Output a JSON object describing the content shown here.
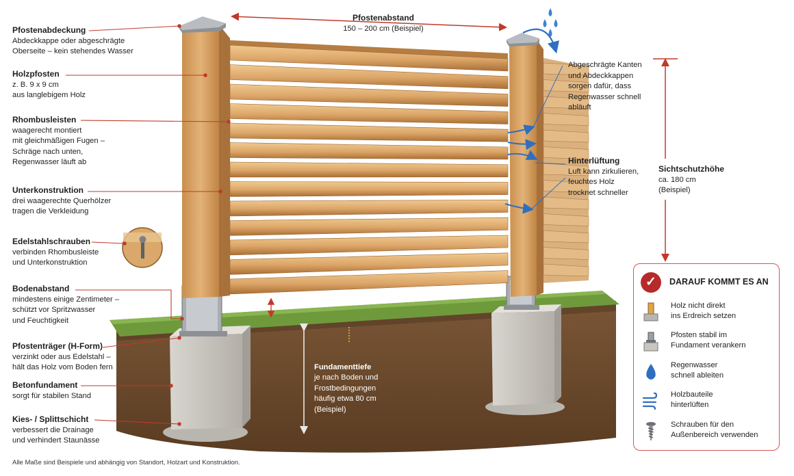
{
  "top_dimension": {
    "title": "Pfostenabstand",
    "value": "150 – 200 cm (Beispiel)"
  },
  "labels_left": [
    {
      "title": "Pfostenabdeckung",
      "desc": "Abdeckkappe oder abgeschrägte\nOberseite – kein stehendes Wasser"
    },
    {
      "title": "Holzpfosten",
      "desc": "z. B. 9 x 9 cm\naus langlebigem Holz"
    },
    {
      "title": "Rhombusleisten",
      "desc": "waagerecht montiert\nmit gleichmäßigen Fugen –\nSchräge nach unten,\nRegenwasser läuft ab"
    },
    {
      "title": "Unterkonstruktion",
      "desc": "drei waagerechte Querhölzer\ntragen die Verkleidung"
    },
    {
      "title": "Edelstahlschrauben",
      "desc": "verbinden Rhombusleiste\nund Unterkonstruktion"
    },
    {
      "title": "Bodenabstand",
      "desc": "mindestens einige Zentimeter –\nschützt vor Spritzwasser\nund Feuchtigkeit"
    },
    {
      "title": "Pfostenträger (H-Form)",
      "desc": "verzinkt oder aus Edelstahl –\nhält das Holz vom Boden fern"
    },
    {
      "title": "Betonfundament",
      "desc": "sorgt für stabilen Stand"
    },
    {
      "title": "Kies- / Splittschicht",
      "desc": "verbessert die Drainage\nund verhindert Staunässe"
    }
  ],
  "labels_right": {
    "runoff": "Abgeschrägte Kanten\nund Abdeckkappen\nsorgen dafür, dass\nRegenwasser schnell\nabläuft",
    "ventilation_title": "Hinterlüftung",
    "ventilation_desc": "Luft kann zirkulieren,\nfeuchtes Holz\ntrocknet schneller",
    "height_title": "Sichtschutzhöhe",
    "height_desc": "ca. 180 cm\n(Beispiel)"
  },
  "foundation_depth": {
    "title": "Fundamenttiefe",
    "desc": "je nach Boden und\nFrostbedingungen\nhäufig etwa 80 cm\n(Beispiel)"
  },
  "panel": {
    "title": "DARAUF KOMMT ES AN",
    "items": [
      {
        "icon": "post-in-ground-icon",
        "text": "Holz nicht direkt\nins Erdreich setzen"
      },
      {
        "icon": "post-anchor-icon",
        "text": "Pfosten stabil im\nFundament verankern"
      },
      {
        "icon": "water-drop-icon",
        "text": "Regenwasser\nschnell ableiten"
      },
      {
        "icon": "airflow-icon",
        "text": "Holzbauteile\nhinterlüften"
      },
      {
        "icon": "screw-icon",
        "text": "Schrauben für den\nAußenbereich verwenden"
      }
    ]
  },
  "footnote": "Alle Maße sind Beispiele und abhängig von Standort, Holzart und Konstruktion.",
  "colors": {
    "accent": "#c0392b",
    "wood": "#d9a86a",
    "wood_dark": "#a8703a",
    "concrete": "#c9c6c0",
    "soil": "#6b4a2e",
    "grass": "#6f9a3c",
    "water": "#2f6fc0"
  }
}
